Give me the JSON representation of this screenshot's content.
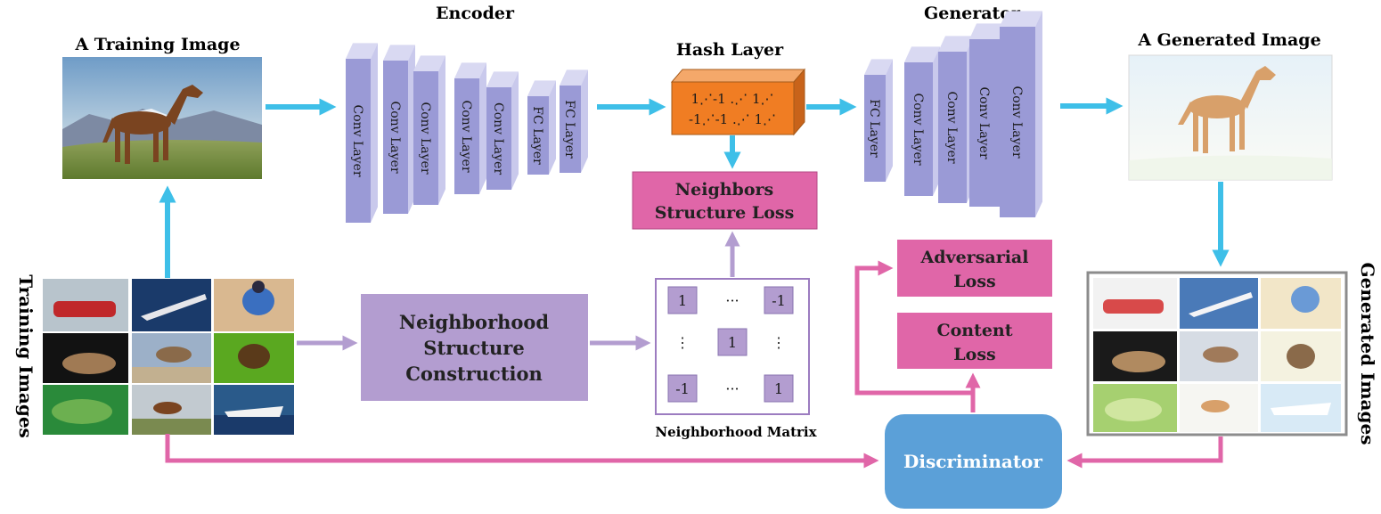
{
  "titles": {
    "encoder": "Encoder",
    "generator": "Generator",
    "hash_layer": "Hash Layer",
    "training_image": "A Training Image",
    "generated_image": "A Generated Image",
    "training_images": "Training Images",
    "generated_images": "Generated Images",
    "neighborhood_matrix": "Neighborhood Matrix"
  },
  "encoder_layers": [
    "Conv Layer",
    "Conv Layer",
    "Conv Layer",
    "Conv Layer",
    "Conv Layer",
    "FC Layer",
    "FC Layer"
  ],
  "generator_layers": [
    "FC Layer",
    "Conv Layer",
    "Conv Layer",
    "Conv Layer",
    "Conv Layer"
  ],
  "hash_codes": {
    "row1": "1⋰-1  .⋰ 1⋰",
    "row2": "-1⋰-1  .⋰ 1⋰"
  },
  "boxes": {
    "neighbors_loss": [
      "Neighbors",
      "Structure Loss"
    ],
    "nsc": [
      "Neighborhood",
      "Structure",
      "Construction"
    ],
    "adversarial_loss": [
      "Adversarial",
      "Loss"
    ],
    "content_loss": [
      "Content",
      "Loss"
    ],
    "discriminator": "Discriminator"
  },
  "matrix": {
    "cells": [
      "1",
      "···",
      "-1",
      "⋮",
      "1",
      "⋮",
      "-1",
      "···",
      "1"
    ]
  },
  "colors": {
    "blue_arrow": "#3ebfe8",
    "pink": "#e066a8",
    "purple": "#b39dd0",
    "layer_front": "#9a9ad6",
    "layer_side": "#c9c9ec",
    "hash_orange": "#f07d23",
    "discriminator": "#5ba0d8"
  }
}
